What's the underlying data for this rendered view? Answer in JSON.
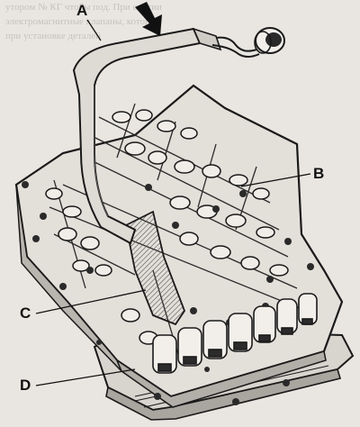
{
  "background_text": [
    "утором № КГ чтобы под. При снятии",
    "электромагнитные клапаны, которые",
    "при установке деталей"
  ],
  "callouts": {
    "a": "A",
    "b": "B",
    "c": "C",
    "d": "D"
  },
  "colors": {
    "ink": "#1a1a1a",
    "paper": "#e9e6e1",
    "shade": "#bdb9b3",
    "dark": "#3a3a3a"
  }
}
